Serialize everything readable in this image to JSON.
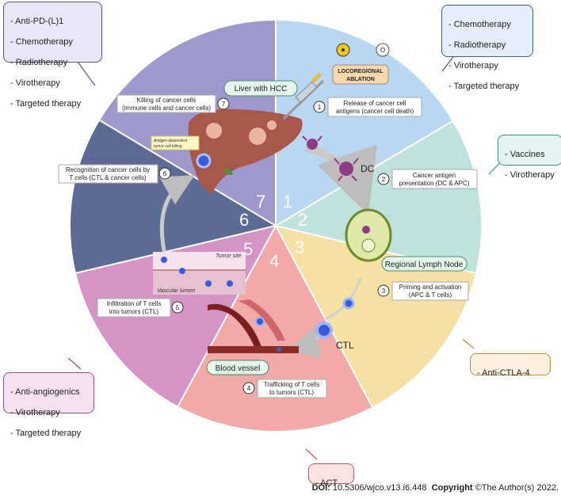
{
  "therapy_boxes": {
    "top_left": [
      "- Anti-PD-(L)1",
      "- Chemotherapy",
      "- Radiotherapy",
      "- Virotherapy",
      "- Targeted therapy"
    ],
    "top_right": [
      "- Chemotherapy",
      "- Radiotherapy",
      "- Virotherapy",
      "- Targeted therapy"
    ],
    "right": [
      "- Vaccines",
      "- Virotherapy"
    ],
    "right_bottom": [
      "- Anti-CTLA-4"
    ],
    "left_bottom": [
      "- Anti-angiogenics",
      "- Virotherapy",
      "- Targeted therapy"
    ],
    "bottom": [
      "- ACT"
    ]
  },
  "sector_numbers": [
    "1",
    "2",
    "3",
    "4",
    "5",
    "6",
    "7"
  ],
  "steps": [
    {
      "num": "1",
      "text": [
        "Release of cancer cell",
        "antigens (cancer cell death)"
      ]
    },
    {
      "num": "2",
      "text": [
        "Cancer antigen",
        "presentation (DC & APC)"
      ]
    },
    {
      "num": "3",
      "text": [
        "Priming and activation",
        "(APC & T cells)"
      ]
    },
    {
      "num": "4",
      "text": [
        "Trafficking of T cells",
        "to tumors (CTL)"
      ]
    },
    {
      "num": "5",
      "text": [
        "Infiltration of T cells",
        "into tumors (CTL)"
      ]
    },
    {
      "num": "6",
      "text": [
        "Recognition of cancer cells by",
        "T cells (CTL & cancer cells)"
      ]
    },
    {
      "num": "7",
      "text": [
        "Killing of cancer cells",
        "(immune cells and cancer cells)"
      ]
    }
  ],
  "labels": {
    "liver": "Liver with HCC",
    "ablation": [
      "LOCOREGIONAL",
      "ABLATION"
    ],
    "dc": "DC",
    "lymph_node": "Regional Lymph Node",
    "ctl": "CTL",
    "blood_vessel": "Blood vessel",
    "tumor_site": "Tumor site",
    "vascular_lumen": "Vascular lumen",
    "antigen_killing": [
      "Antigen-dependent",
      "tumor cell killing"
    ]
  },
  "footer": {
    "doi_label": "DOI:",
    "doi": " 10.5306/wjco.v13.i6.448",
    "copyright_label": "Copyright",
    "copyright": " ©The Author(s) 2022."
  }
}
